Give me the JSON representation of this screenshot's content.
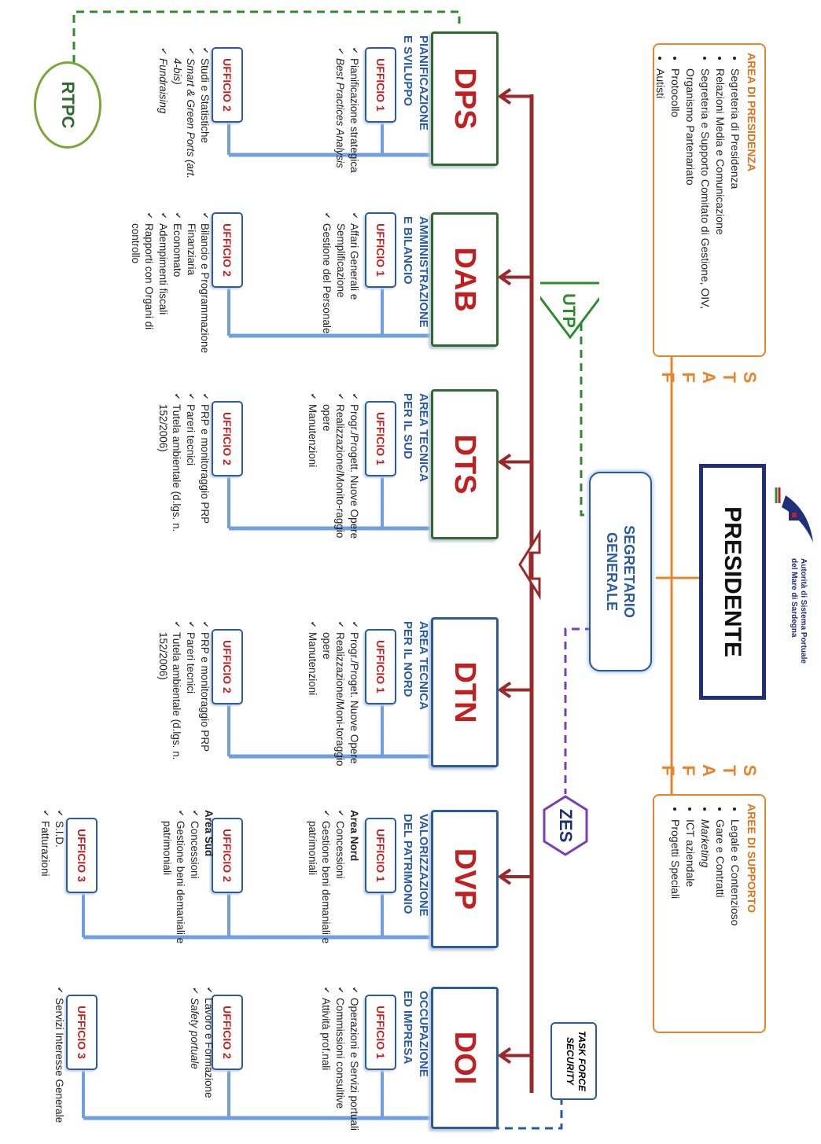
{
  "logo": {
    "line1": "Autorità di Sistema Portuale",
    "line2": "del Mare di Sardegna"
  },
  "president": {
    "label": "PRESIDENTE"
  },
  "secretary": {
    "line1": "SEGRETARIO",
    "line2": "GENERALE"
  },
  "staff_left": [
    "S",
    "T",
    "A",
    "F",
    "F"
  ],
  "staff_right": [
    "S",
    "T",
    "A",
    "F",
    "F"
  ],
  "area_presidenza": {
    "title": "AREA DI PRESIDENZA",
    "items": [
      "Segreteria di Presidenza",
      "Relazioni Media e Comunicazione",
      "Segreteria e Supporto Comitato di Gestione, OIV, Organismo Partenariato",
      "Protocollo",
      "Autisti"
    ]
  },
  "aree_supporto": {
    "title": "AREE DI SUPPORTO",
    "items": [
      "Legale e Contenzioso",
      "Gare e Contratti",
      "Marketing",
      "ICT aziendale",
      "Progetti Speciali"
    ]
  },
  "utp": {
    "label": "UTP"
  },
  "zes": {
    "label": "ZES"
  },
  "rtpc": {
    "label": "RTPC"
  },
  "task_force": {
    "line1": "TASK FORCE",
    "line2": "SECURITY"
  },
  "colors": {
    "navy": "#1f2f7a",
    "blue": "#2a5aa0",
    "red": "#c02020",
    "orange": "#e8852a",
    "green": "#2f6a2f",
    "spine": "#9a2a2a"
  },
  "departments": [
    {
      "code": "DPS",
      "title1": "PIANIFICAZIONE",
      "title2": "E SVILUPPO",
      "offices": [
        {
          "label": "UFFICIO 1",
          "items": [
            {
              "t": "Pianificazione strategica"
            },
            {
              "t": "Best Practices Analysis",
              "italic": true
            }
          ]
        },
        {
          "label": "UFFICIO 2",
          "items": [
            {
              "t": "Studi e Statistiche"
            },
            {
              "t": "Smart & Green Ports (art. 4-bis)",
              "italic": true
            },
            {
              "t": "Fundraising",
              "italic": true
            }
          ]
        }
      ]
    },
    {
      "code": "DAB",
      "title1": "AMMINISTRAZIONE",
      "title2": "E BILANCIO",
      "offices": [
        {
          "label": "UFFICIO 1",
          "items": [
            {
              "t": "Affari Generali e Semplificazione"
            },
            {
              "t": "Gestione del Personale"
            }
          ]
        },
        {
          "label": "UFFICIO 2",
          "items": [
            {
              "t": "Bilancio e Programmazione Finanziaria"
            },
            {
              "t": "Economato"
            },
            {
              "t": "Adempimenti fiscali"
            },
            {
              "t": "Rapporti con Organi di controllo"
            }
          ]
        }
      ]
    },
    {
      "code": "DTS",
      "title1": "AREA TECNICA",
      "title2": "PER IL SUD",
      "offices": [
        {
          "label": "UFFICIO 1",
          "items": [
            {
              "t": "Progr./Progett. Nuove Opere"
            },
            {
              "t": "Realizzazione/Monito-raggio opere"
            },
            {
              "t": "Manutenzioni"
            }
          ]
        },
        {
          "label": "UFFICIO 2",
          "items": [
            {
              "t": "PRP e monitoraggio PRP"
            },
            {
              "t": "Pareri tecnici"
            },
            {
              "t": "Tutela ambientale (d.lgs. n. 152/2006)"
            }
          ]
        }
      ]
    },
    {
      "code": "DTN",
      "title1": "AREA TECNICA",
      "title2": "PER IL NORD",
      "offices": [
        {
          "label": "UFFICIO 1",
          "items": [
            {
              "t": "Progr./Proget. Nuove Opere"
            },
            {
              "t": "Realizzazione/Moni-toraggio opere"
            },
            {
              "t": "Manutenzioni"
            }
          ]
        },
        {
          "label": "UFFICIO 2",
          "items": [
            {
              "t": "PRP e monitoraggio PRP"
            },
            {
              "t": "Pareri tecnici"
            },
            {
              "t": "Tutela ambientale (d.lgs. n. 152/2006)"
            }
          ]
        }
      ]
    },
    {
      "code": "DVP",
      "title1": "VALORIZZAZIONE",
      "title2": "DEL PATRIMONIO",
      "offices": [
        {
          "label": "UFFICIO 1",
          "items": [
            {
              "t": "Area Nord",
              "sub": true
            },
            {
              "t": "Concessioni"
            },
            {
              "t": "Gestione beni demaniali e patrimoniali"
            }
          ]
        },
        {
          "label": "UFFICIO 2",
          "items": [
            {
              "t": "Area Sud",
              "sub": true
            },
            {
              "t": "Concessioni"
            },
            {
              "t": "Gestione beni demaniali e patrimoniali"
            }
          ]
        },
        {
          "label": "UFFICIO 3",
          "items": [
            {
              "t": "S.I.D."
            },
            {
              "t": "Fatturazioni"
            }
          ]
        }
      ]
    },
    {
      "code": "DOI",
      "title1": "OCCUPAZIONE",
      "title2": "ED IMPRESA",
      "offices": [
        {
          "label": "UFFICIO 1",
          "items": [
            {
              "t": "Operazioni e Servizi portuali"
            },
            {
              "t": "Commissioni consultive"
            },
            {
              "t": "Attività prof.nali"
            }
          ]
        },
        {
          "label": "UFFICIO 2",
          "items": [
            {
              "t": "Lavoro e Formazione"
            },
            {
              "t": "Safety portuale",
              "italic": true
            }
          ]
        },
        {
          "label": "UFFICIO 3",
          "items": [
            {
              "t": "Servizi Interesse Generale"
            }
          ]
        }
      ]
    }
  ]
}
